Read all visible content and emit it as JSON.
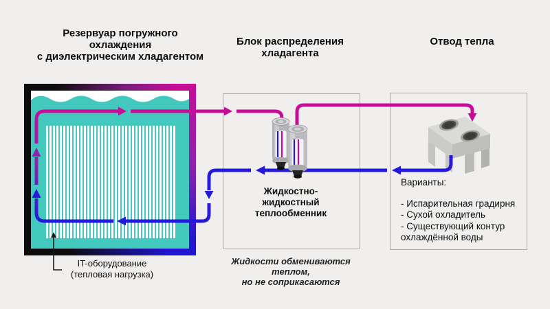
{
  "diagram_title": "Immersion cooling loop diagram",
  "colors": {
    "background": "#f0efee",
    "coolant_teal": "#43c8be",
    "hot_line_magenta": "#c60d98",
    "cold_line_blue": "#2318dc",
    "mid_purple": "#8c23ae",
    "tank_border_black": "#0c0c0c",
    "box_border_gray": "#a8a8a8"
  },
  "tank": {
    "title_line1": "Резервуар погружного",
    "title_line2": "охлаждения",
    "title_line3": "с диэлектрическим хладагентом",
    "it_label_line1": "IT-оборудование",
    "it_label_line2": "(тепловая нагрузка)"
  },
  "cdu": {
    "title_line1": "Блок распределения",
    "title_line2": "хладагента",
    "hx_label_line1": "Жидкостно-",
    "hx_label_line2": "жидкостный",
    "hx_label_line3": "теплообменник",
    "note_line1": "Жидкости обмениваются",
    "note_line2": "теплом,",
    "note_line3": "но не соприкасаются"
  },
  "heat_rejection": {
    "title": "Отвод тепла",
    "options_title": "Варианты:",
    "options": [
      "- Испарительная градирня",
      "- Сухой охладитель",
      "- Существующий контур",
      "охлаждённой воды"
    ]
  },
  "icons": {
    "hx_icon": "liquid-to-liquid-heat-exchanger",
    "cooler_icon": "dry-cooler-unit",
    "hot_flow": "magenta-arrows-hot-coolant",
    "cold_flow": "blue-arrows-cold-coolant"
  }
}
